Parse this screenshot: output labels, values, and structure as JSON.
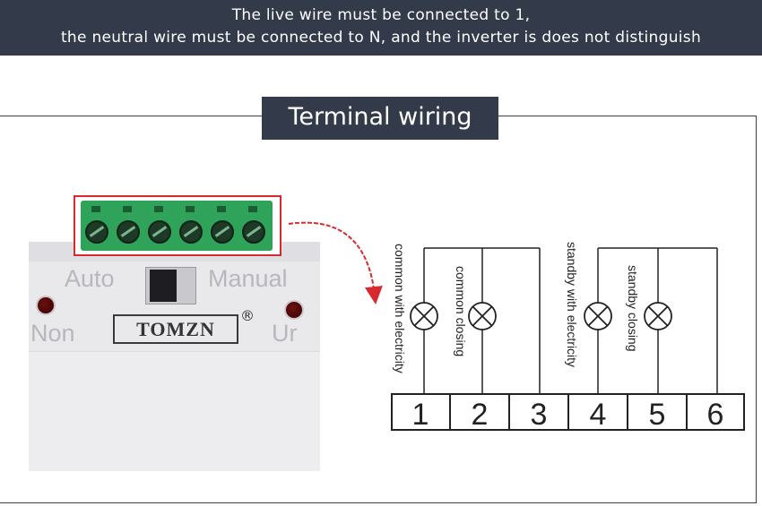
{
  "banner": {
    "line1": "The live wire must be connected to 1,",
    "line2": "the neutral wire must be connected to N, and the inverter is does not distinguish"
  },
  "title": "Terminal wiring",
  "device": {
    "brand": "TOMZN",
    "registered": "®",
    "label_auto": "Auto",
    "label_manual": "Manual",
    "label_left": "Non",
    "label_right": "Ur"
  },
  "diagram": {
    "terminals": [
      "1",
      "2",
      "3",
      "4",
      "5",
      "6"
    ],
    "labels": {
      "common_with_electricity": "common with electricity",
      "common_closing": "common closing",
      "standby_with_electricity": "standby with electricity",
      "standby_closing": "standby closing"
    }
  },
  "colors": {
    "banner_bg": "#333a4a",
    "highlight_red": "#d8292f",
    "terminal_green": "#2fa35a"
  }
}
